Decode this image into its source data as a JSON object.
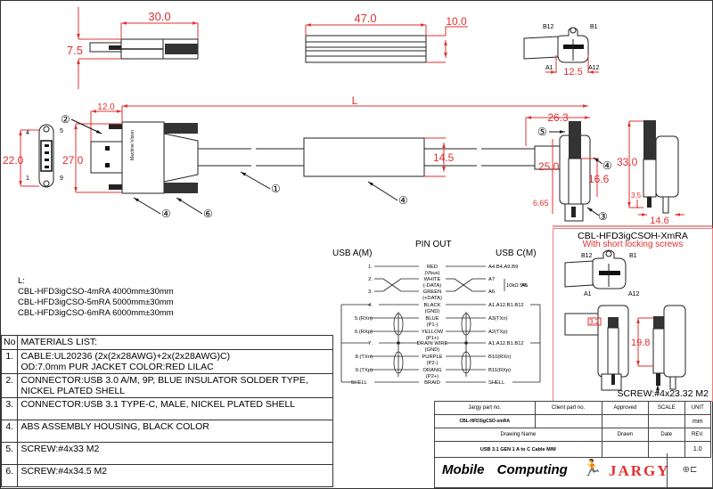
{
  "drawing": {
    "top_views": {
      "usb_a_side": {
        "length_dim": "30.0",
        "height_dim": "7.5"
      },
      "overmold_side": {
        "length_dim": "47.0",
        "height_dim": "10.0"
      },
      "type_c_face": {
        "width_dim": "12.5",
        "pins": [
          "B12",
          "B1",
          "A1",
          "A12"
        ]
      }
    },
    "main_view": {
      "length_label": "L",
      "usb_a_face": {
        "height_dim": "22.0",
        "pins": [
          "4",
          "5",
          "1",
          "9"
        ]
      },
      "usb_a_connector": {
        "height_dim": "27.0",
        "plug_dim": "12.0"
      },
      "overmold_dim": "14.5",
      "type_c_end": {
        "width_dim": "26.3",
        "height_dim": "25.0",
        "screw_dim": "16.6",
        "tip_dim": "6.65"
      },
      "type_c_side": {
        "height_dim": "33.0",
        "screw_tip_dim": "3.5",
        "width_dim": "14.6"
      },
      "callouts": [
        "②",
        "④",
        "⑥",
        "①",
        "④",
        "⑤",
        "④",
        "③"
      ]
    }
  },
  "lengths": {
    "heading": "L:",
    "items": [
      "CBL-HFD3igCSO-4mRA 4000mm±30mm",
      "CBL-HFD3igCSO-5mRA 5000mm±30mm",
      "CBL-HFD3igCSO-6mRA 6000mm±30mm"
    ]
  },
  "materials": {
    "no_header": "No",
    "title": "MATERIALS LIST:",
    "rows": [
      {
        "no": "1.",
        "line1": "CABLE:UL20236 (2x(2x28AWG)+2x(2x28AWG)C)",
        "line2": "OD:7.0mm  PUR JACKET COLOR:RED LILAC"
      },
      {
        "no": "2.",
        "line1": "CONNECTOR:USB 3.0 A/M, 9P, BLUE INSULATOR SOLDER TYPE,",
        "line2": "NICKEL PLATED SHELL"
      },
      {
        "no": "3.",
        "line1": "CONNECTOR:USB 3.1 TYPE-C, MALE, NICKEL PLATED SHELL",
        "line2": ""
      },
      {
        "no": "4.",
        "line1": "ABS ASSEMBLY HOUSING, BLACK COLOR",
        "line2": ""
      },
      {
        "no": "5.",
        "line1": "SCREW:#4x33 M2",
        "line2": ""
      },
      {
        "no": "6.",
        "line1": "SCREW:#4x34.5 M2",
        "line2": ""
      }
    ]
  },
  "pinout": {
    "title": "PIN OUT",
    "left_header": "USB A(M)",
    "right_header": "USB C(M)",
    "rows": [
      {
        "a": "1.",
        "wire": "RED",
        "sub": "(Vbus)",
        "c": "A4.B4.A9.B9"
      },
      {
        "a": "2.",
        "wire": "WHITE",
        "sub": "(-DATA)",
        "c": "A7"
      },
      {
        "a": "3.",
        "wire": "GREEN",
        "sub": "(+DATA)",
        "c": "A6"
      },
      {
        "a": "4.",
        "wire": "BLACK",
        "sub": "(GND)",
        "c": "A1.A12.B1.B12"
      },
      {
        "a": "5.(RXn)",
        "wire": "BLUE",
        "sub": "(P1-)",
        "c": "A3(TXn)"
      },
      {
        "a": "6.(RXp)",
        "wire": "YELLOW",
        "sub": "(P1+)",
        "c": "A2(TXp)"
      },
      {
        "a": "7.",
        "wire": "DRAIN WIRE",
        "sub": "(GND)",
        "c": "A1.A12.B1.B12"
      },
      {
        "a": "8.(TXn)",
        "wire": "PURPLE",
        "sub": "(P2-)",
        "c": "B10(RXn)"
      },
      {
        "a": "9.(TXp)",
        "wire": "ORANG",
        "sub": "(P2+)",
        "c": "B11(RXp)"
      },
      {
        "a": "SHELL",
        "wire": "BRAID",
        "sub": "",
        "c": "SHELL"
      }
    ],
    "resistor_note": "10kΩ 5%",
    "resistor_target": "A5"
  },
  "variant": {
    "title": "CBL-HFD3igCSOH-XmRA",
    "subtitle": "With short locking screws",
    "pins": [
      "B12",
      "B1",
      "A1",
      "A12"
    ],
    "dim_small": "3.2",
    "dim_height": "19.8",
    "screw": "SCREW:#4x23.32 M2"
  },
  "titleblock": {
    "headers": [
      "Jargy part no.",
      "Client part no.",
      "Approved",
      "SCALE",
      "UNIT"
    ],
    "values": [
      "CBL-HFD3igCSO-xmRA",
      "",
      "",
      "",
      "mm"
    ],
    "headers2": [
      "Drawing Name",
      "Drawn",
      "Date",
      "REV."
    ],
    "values2": [
      "USB 3.1 GEN 1 A to C Cable M/M",
      "",
      "",
      "1.0"
    ]
  },
  "logos": {
    "mobile": "Mobile",
    "computing": "Computing",
    "jargy": "JARGY",
    "projection_symbol": "⊕⊏"
  },
  "colors": {
    "dimension": "#e03030",
    "line": "#222222",
    "frame_accent": "#e58080"
  }
}
